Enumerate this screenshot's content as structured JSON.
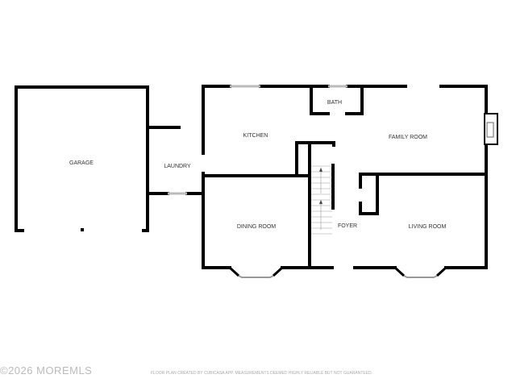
{
  "rooms": {
    "garage": "GARAGE",
    "laundry": "LAUNDRY",
    "kitchen": "KITCHEN",
    "bath": "BATH",
    "family_room": "FAMILY ROOM",
    "dining_room": "DINING ROOM",
    "foyer": "FOYER",
    "living_room": "LIVING ROOM"
  },
  "watermark": "©2026 MOREMLS",
  "disclaimer": "FLOOR PLAN CREATED BY CUBICASA APP. MEASUREMENTS DEEMED HIGHLY RELIABLE BUT NOT GUARANTEED.",
  "colors": {
    "wall": "#000000",
    "window": "#cccccc"
  }
}
